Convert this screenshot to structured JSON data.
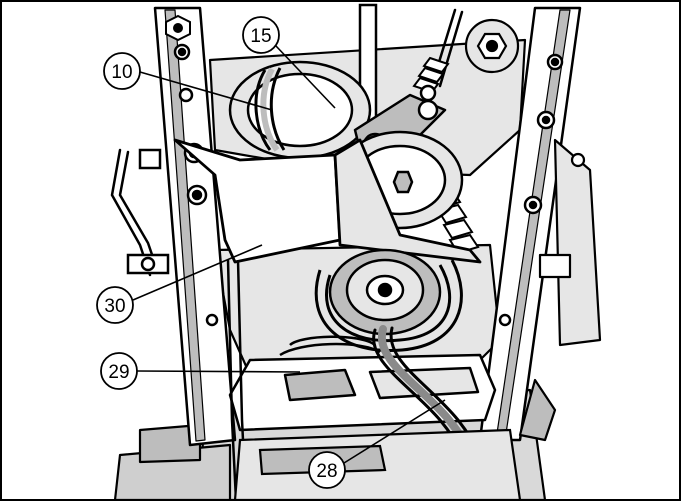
{
  "figure": {
    "callouts": [
      {
        "id": "c15",
        "label": "15"
      },
      {
        "id": "c10",
        "label": "10"
      },
      {
        "id": "c30",
        "label": "30"
      },
      {
        "id": "c29",
        "label": "29"
      },
      {
        "id": "c28",
        "label": "28"
      }
    ]
  },
  "colors": {
    "line": "#000000",
    "paper": "#ffffff",
    "shade_light": "#e6e6e6",
    "shade_mid": "#bdbdbd",
    "shade_dark": "#8a8a8a"
  }
}
